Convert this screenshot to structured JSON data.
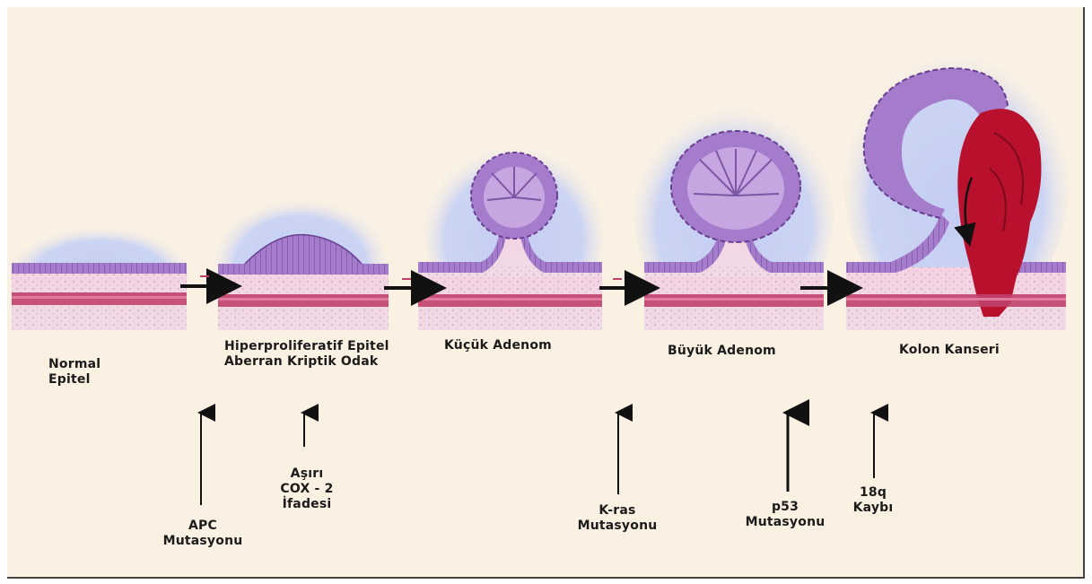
{
  "stages": [
    {
      "id": "normal",
      "lines": [
        "Normal",
        "Epitel"
      ]
    },
    {
      "id": "hyper",
      "lines": [
        "Hiperproliferatif Epitel",
        "Aberran Kriptik Odak"
      ]
    },
    {
      "id": "small",
      "lines": [
        "Küçük Adenom"
      ]
    },
    {
      "id": "large",
      "lines": [
        "Büyük Adenom"
      ]
    },
    {
      "id": "cancer",
      "lines": [
        "Kolon Kanseri"
      ]
    }
  ],
  "events": [
    {
      "id": "apc",
      "lines": [
        "APC",
        "Mutasyonu"
      ]
    },
    {
      "id": "cox2",
      "lines": [
        "Aşırı",
        "COX - 2",
        "İfadesi"
      ]
    },
    {
      "id": "kras",
      "lines": [
        "K-ras",
        "Mutasyonu"
      ]
    },
    {
      "id": "p53",
      "lines": [
        "p53",
        "Mutasyonu"
      ]
    },
    {
      "id": "q18",
      "lines": [
        "18q",
        "Kaybı"
      ]
    }
  ],
  "colors": {
    "background": "#fbf1e3",
    "lumen": "#bcc8ef",
    "stroma": "#f3cde0",
    "epithelium": "#9b6fc0",
    "muscle": "#c0426b",
    "tumor": "#b8102d",
    "arrow": "#111111"
  }
}
